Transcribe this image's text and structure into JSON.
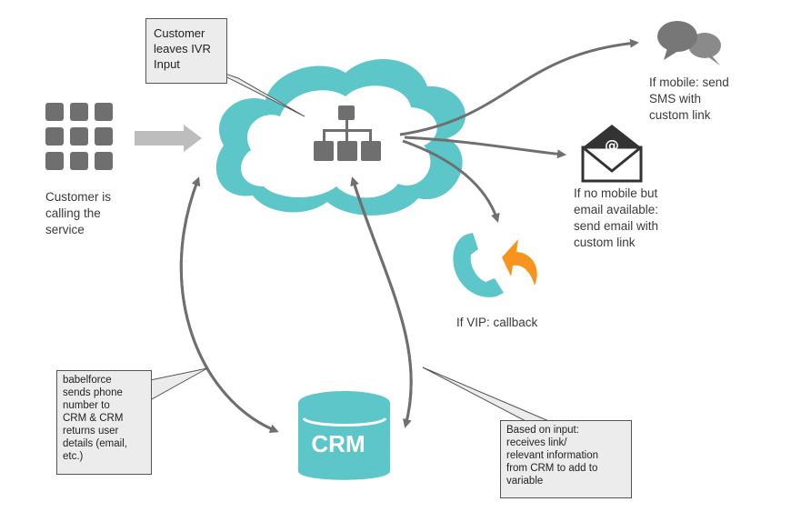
{
  "labels": {
    "customer_calling": "Customer is\ncalling the\nservice",
    "mobile_sms": "If mobile: send\nSMS with\ncustom link",
    "email": "If no mobile but\nemail available:\nsend email with\ncustom link",
    "vip_callback": "If VIP: callback",
    "crm": "CRM"
  },
  "callouts": {
    "ivr": "Customer\nleaves IVR\nInput",
    "babelforce": "babelforce\nsends phone\nnumber to\nCRM & CRM\nreturns user\ndetails (email,\netc.)",
    "based_on_input": "Based on input:\nreceives link/\nrelevant information\nfrom CRM to add to\nvariable"
  },
  "colors": {
    "teal": "#5cc6c8",
    "gray": "#6f6f6f",
    "light_gray": "#bdbdbd",
    "orange": "#f7941d",
    "callout_bg": "#ececec"
  },
  "icons": {
    "keypad": "keypad-icon",
    "cloud": "cloud-icon",
    "hierarchy": "hierarchy-icon",
    "chat": "chat-bubbles-icon",
    "email": "envelope-icon",
    "phone": "phone-icon",
    "callback": "callback-arrow-icon",
    "database": "database-icon"
  }
}
